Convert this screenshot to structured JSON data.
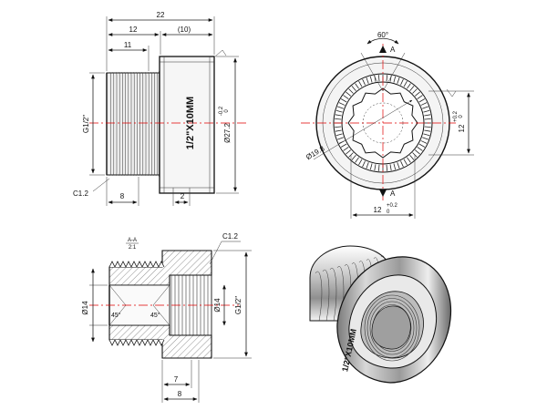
{
  "diagram": {
    "side_view": {
      "overall_length": "22",
      "body_length": "12",
      "thread_length": "11",
      "ref_length": "(10)",
      "thread_size": "G1/2\"",
      "outer_diameter": "Ø27.2",
      "outer_diameter_tol": "-0.2",
      "outer_diameter_tol2": "0",
      "marking": "1/2\"X10MM",
      "chamfer": "C1.2",
      "bottom_dim_a": "8",
      "bottom_dim_b": "2"
    },
    "end_view": {
      "angle": "60°",
      "section_label_top": "A",
      "section_label_bottom": "A",
      "hex_dia": "Ø19.8",
      "across_flats_v": "12",
      "across_flats_v_tol": "+0.2",
      "across_flats_v_tol2": "0",
      "across_flats_h": "12",
      "across_flats_h_tol": "+0.2",
      "across_flats_h_tol2": "0"
    },
    "section_view": {
      "title": "A-A",
      "scale": "2:1",
      "chamfer": "C1.2",
      "inner_diameter": "Ø14",
      "bore_diameter": "Ø14",
      "thread_size": "G1/2\"",
      "angle_left": "45°",
      "angle_right": "45°",
      "bottom_dim_a": "7",
      "bottom_dim_b": "8"
    },
    "iso_view": {
      "marking": "1/2\"X10MM"
    }
  }
}
